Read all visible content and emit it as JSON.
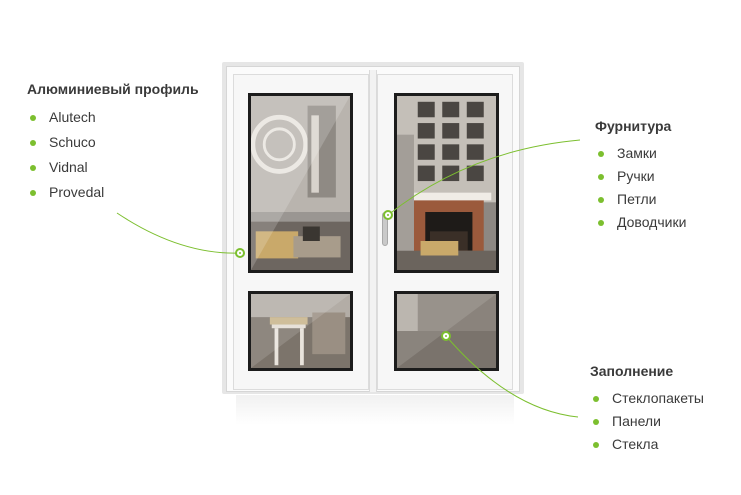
{
  "profile": {
    "title": "Алюминиевый профиль",
    "items": [
      "Alutech",
      "Schuco",
      "Vidnal",
      "Provedal"
    ]
  },
  "hardware": {
    "title": "Фурнитура",
    "items": [
      "Замки",
      "Ручки",
      "Петли",
      "Доводчики"
    ]
  },
  "filling": {
    "title": "Заполнение",
    "items": [
      "Стеклопакеты",
      "Панели",
      "Стекла"
    ]
  },
  "colors": {
    "accent": "#7cbf2f",
    "text": "#3a3a3a",
    "frame": "#f7f7f7",
    "glass_border": "#1c1c1c"
  },
  "icons": [
    "callout-dot-icon",
    "bullet-icon",
    "door-handle-icon"
  ]
}
